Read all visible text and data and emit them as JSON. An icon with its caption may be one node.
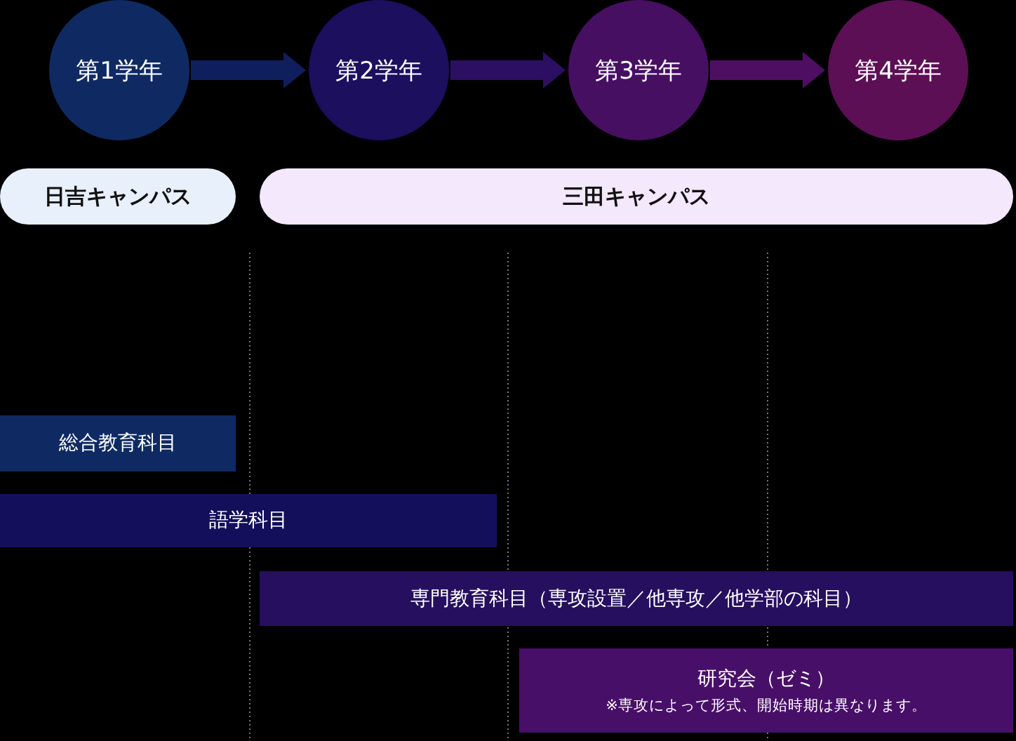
{
  "diagram": {
    "nodes": [
      {
        "text": [
          "第1学年"
        ]
      },
      {
        "text": [
          "第2学年"
        ]
      },
      {
        "text": [
          "第3学年"
        ]
      },
      {
        "text": [
          "第4学年"
        ]
      },
      {
        "text": [
          "日吉キャンパス"
        ]
      },
      {
        "text": [
          "三田キャンパス"
        ]
      },
      {
        "text": [
          "総合教育科目"
        ]
      },
      {
        "text": [
          "語学科目"
        ]
      },
      {
        "text": [
          "専門教育科目（専攻設置／他専攻／他学部の科目）"
        ]
      },
      {
        "text": [
          "研究会（ゼミ）",
          "※専攻によって形式、開始時期は異なります。"
        ]
      }
    ],
    "edges": [
      {
        "from": 0,
        "to": 1,
        "arrow": "to",
        "color": "#0f1f5e"
      },
      {
        "from": 1,
        "to": 2,
        "arrow": "to",
        "color": "#2c0f62"
      },
      {
        "from": 2,
        "to": 3,
        "arrow": "to",
        "color": "#4e0f62"
      }
    ]
  }
}
